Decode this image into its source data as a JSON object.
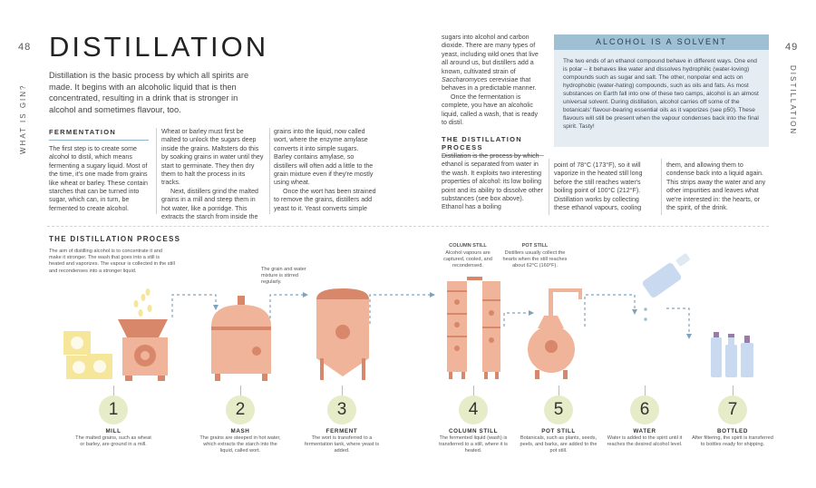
{
  "left_page": {
    "page_number": "48",
    "side_label": "WHAT IS GIN?",
    "title": "DISTILLATION",
    "lead": "Distillation is the basic process by which all spirits are made. It begins with an alcoholic liquid that is then concentrated, resulting in a drink that is stronger in alcohol and sometimes flavour, too.",
    "fermentation_heading": "FERMENTATION",
    "col1": "The first step is to create some alcohol to distil, which means fermenting a sugary liquid. Most of the time, it's one made from grains like wheat or barley. These contain starches that can be turned into sugar, which can, in turn, be fermented to create alcohol.",
    "col2_p1": "Wheat or barley must first be malted to unlock the sugars deep inside the grains. Maltsters do this by soaking grains in water until they start to germinate. They then dry them to halt the process in its tracks.",
    "col2_p2": "Next, distillers grind the malted grains in a mill and steep them in hot water, like a porridge. This extracts the starch from inside the",
    "col3_p1": "grains into the liquid, now called wort, where the enzyme amylase converts it into simple sugars. Barley contains amylase, so distillers will often add a little to the grain mixture even if they're mostly using wheat.",
    "col3_p2": "Once the wort has been strained to remove the grains, distillers add yeast to it. Yeast converts simple"
  },
  "right_page": {
    "page_number": "49",
    "side_label": "DISTILLATION",
    "col4_p1_start": "sugars into alcohol and carbon dioxide. There are many types of yeast, including wild ones that live all around us, but distillers add a known, cultivated strain of",
    "col4_p1_italic": "Saccharomyces",
    "col4_p1_end": "cerevisiae that behaves in a predictable manner.",
    "col4_p2": "Once the fermentation is complete, you have an alcoholic liquid, called a wash, that is ready to distil.",
    "distillation_heading": "THE DISTILLATION PROCESS",
    "col4_p3": "Distillation is the process by which ethanol is separated from water in the wash. It exploits two interesting properties of alcohol: its low boiling point and its ability to dissolve other substances (see box above). Ethanol has a boiling",
    "col5": "point of 78°C (173°F), so it will vaporize in the heated still long before the still reaches water's boiling point of 100°C (212°F). Distillation works by collecting these ethanol vapours, cooling",
    "col6": "them, and allowing them to condense back into a liquid again. This strips away the water and any other impurities and leaves what we're interested in: the hearts, or the spirit, of the drink.",
    "sidebar": {
      "heading": "ALCOHOL IS A SOLVENT",
      "text": "The two ends of an ethanol compound behave in different ways. One end is polar – it behaves like water and dissolves hydrophilic (water-loving) compounds such as sugar and salt. The other, nonpolar end acts on hydrophobic (water-hating) compounds, such as oils and fats. As most substances on Earth fall into one of these two camps, alcohol is an almost universal solvent. During distillation, alcohol carries off some of the botanicals' flavour-bearing essential oils as it vaporizes (see p50). These flavours will still be present when the vapour condenses back into the final spirit. Tasty!"
    }
  },
  "process": {
    "heading": "THE DISTILLATION PROCESS",
    "intro": "The aim of distilling alcohol is to concentrate it and make it stronger. The wash that goes into a still is heated and vaporizes. The vapour is collected in the still and recondenses into a stronger liquid.",
    "annotation_grains": "The grain and water mixture is stirred regularly.",
    "annotation_column_title": "COLUMN STILL",
    "annotation_column": "Alcohol vapours are captured, cooled, and recondensed.",
    "annotation_pot_title": "POT STILL",
    "annotation_pot": "Distillers usually collect the hearts when the still reaches about 62°C (160°F).",
    "steps": [
      {
        "number": "1",
        "title": "MILL",
        "desc": "The malted grains, such as wheat or barley, are ground in a mill."
      },
      {
        "number": "2",
        "title": "MASH",
        "desc": "The grains are steeped in hot water, which extracts the starch into the liquid, called wort."
      },
      {
        "number": "3",
        "title": "FERMENT",
        "desc": "The wort is transferred to a fermentation tank, where yeast is added."
      },
      {
        "number": "4",
        "title": "COLUMN STILL",
        "desc": "The fermented liquid (wash) is transferred to a still, where it is heated."
      },
      {
        "number": "5",
        "title": "POT STILL",
        "desc": "Botanicals, such as plants, seeds, peels, and barks, are added to the pot still."
      },
      {
        "number": "6",
        "title": "WATER",
        "desc": "Water is added to the spirit until it reaches the desired alcohol level."
      },
      {
        "number": "7",
        "title": "BOTTLED",
        "desc": "After filtering, the spirit is transferred to bottles ready for shipping."
      }
    ]
  },
  "colors": {
    "copper": "#f0b49a",
    "copper_dark": "#d8876a",
    "yellow": "#f5e69a",
    "sidebar_bg": "#e6edf2",
    "sidebar_head": "#9fbfd2",
    "circle": "#e7ecc8",
    "bottle": "#c9d9ef"
  }
}
